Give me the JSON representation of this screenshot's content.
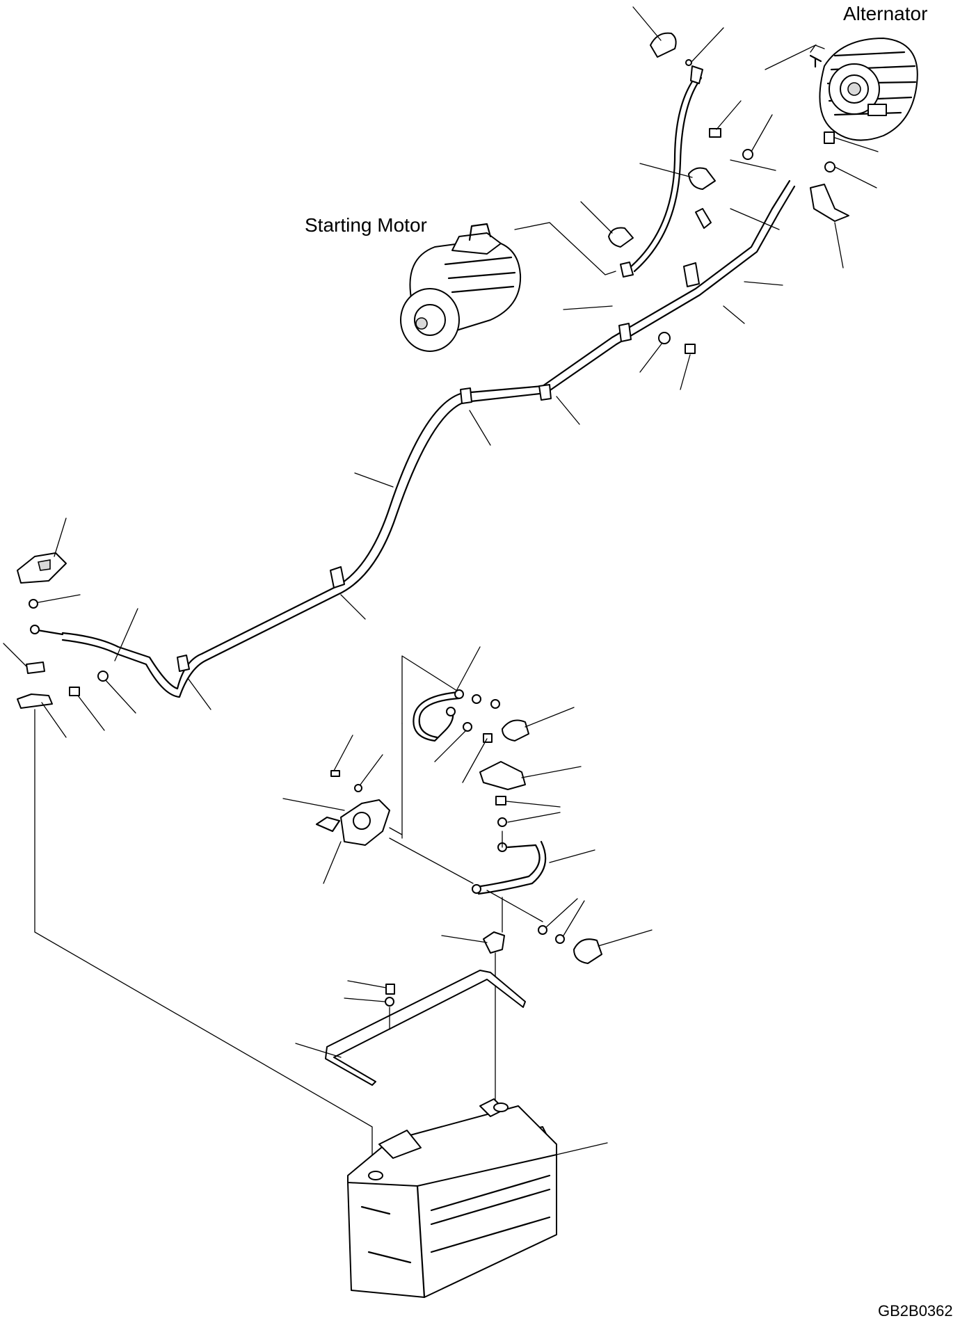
{
  "labels": {
    "alternator": "Alternator",
    "starting_motor": "Starting Motor",
    "drawing_code": "GB2B0362"
  }
}
